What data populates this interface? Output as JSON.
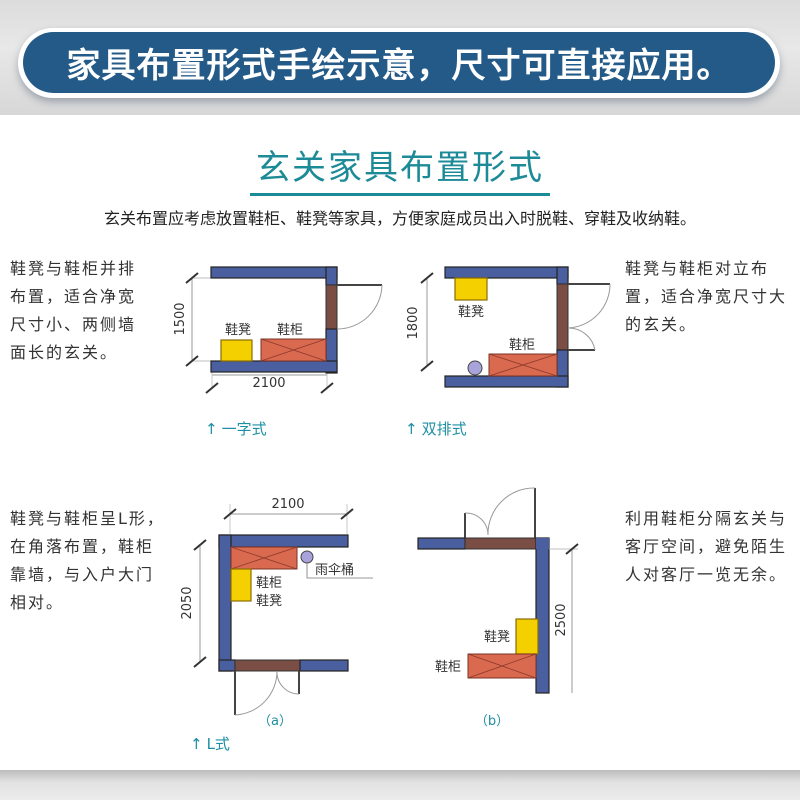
{
  "banner": {
    "text": "家具布置形式手绘示意，尺寸可直接应用。",
    "bg_color": "#245a87"
  },
  "section": {
    "title": "玄关家具布置形式",
    "intro": "玄关布置应考虑放置鞋柜、鞋凳等家具，方便家庭成员出入时脱鞋、穿鞋及收纳鞋。"
  },
  "colors": {
    "wall": "#4a5fa0",
    "cabinet": "#d9694f",
    "stool": "#f5d000",
    "umbrella": "#a9a3dc",
    "accent": "#1d8a97"
  },
  "layouts": [
    {
      "id": "linear",
      "description": "鞋凳与鞋柜并排布置，适合净宽尺寸小、两侧墙面长的玄关。",
      "caption_arrow": "↑",
      "caption": "一字式",
      "dims": {
        "width": "2100",
        "height": "1500"
      },
      "labels": {
        "stool": "鞋凳",
        "cabinet": "鞋柜"
      }
    },
    {
      "id": "double-row",
      "description": "鞋凳与鞋柜对立布置，适合净宽尺寸大的玄关。",
      "caption_arrow": "↑",
      "caption": "双排式",
      "dims": {
        "height": "1800"
      },
      "labels": {
        "stool": "鞋凳",
        "cabinet": "鞋柜"
      }
    },
    {
      "id": "l-shape-a",
      "description": "鞋凳与鞋柜呈L形，在角落布置，鞋柜靠墙，与入户大门相对。",
      "caption_arrow": "↑",
      "caption": "L式",
      "sub_label": "（a）",
      "dims": {
        "width": "2100",
        "height": "2050"
      },
      "labels": {
        "cabinet": "鞋柜",
        "stool": "鞋凳",
        "umbrella": "雨伞桶"
      }
    },
    {
      "id": "l-shape-b",
      "description": "利用鞋柜分隔玄关与客厅空间，避免陌生人对客厅一览无余。",
      "sub_label": "（b）",
      "dims": {
        "height": "2500"
      },
      "labels": {
        "stool": "鞋凳",
        "cabinet": "鞋柜"
      }
    }
  ]
}
